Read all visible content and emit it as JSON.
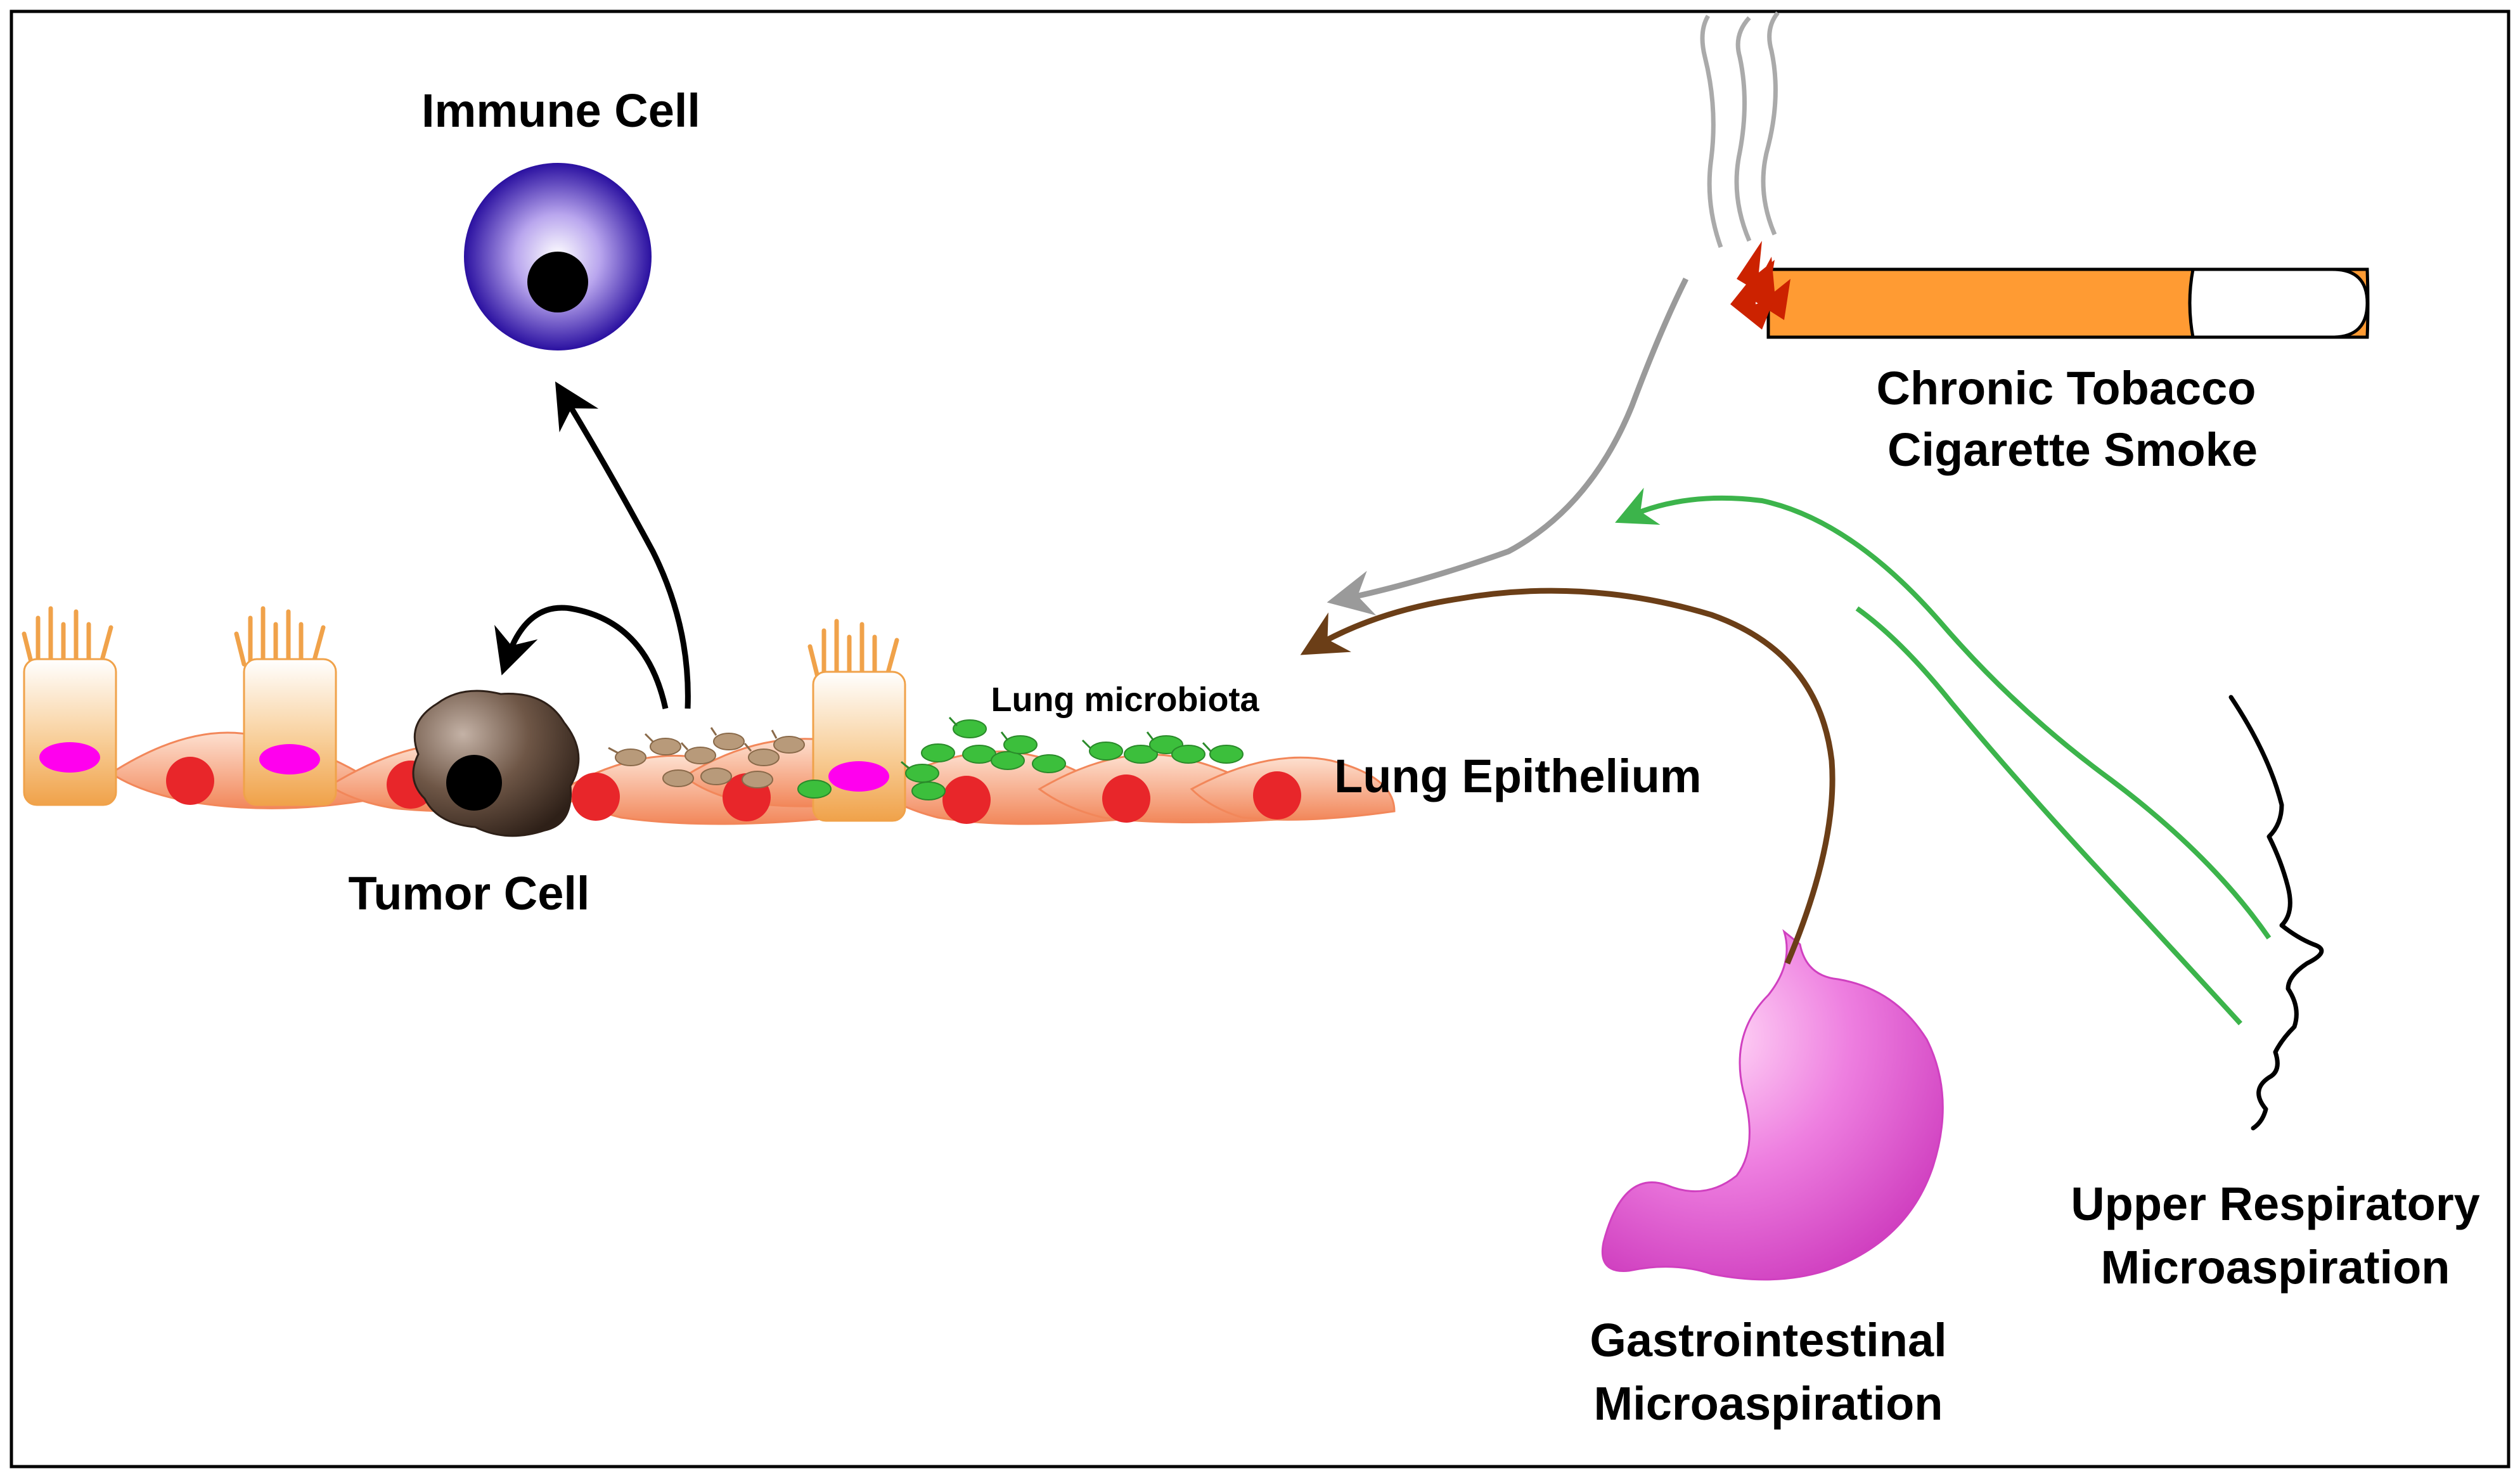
{
  "labels": {
    "immune_cell": "Immune Cell",
    "tumor_cell": "Tumor Cell",
    "lung_microbiota": "Lung microbiota",
    "lung_epithelium": "Lung Epithelium",
    "tobacco_line1": "Chronic Tobacco",
    "tobacco_line2": "Cigarette Smoke",
    "upper_line1": "Upper Respiratory",
    "upper_line2": "Microaspiration",
    "gi_line1": "Gastrointestinal",
    "gi_line2": "Microaspiration"
  },
  "colors": {
    "smoke_arrow": "#9a9a9a",
    "gi_arrow": "#6b3e17",
    "upper_arrow": "#3cb44b",
    "cigarette": "#ff9b33",
    "ember": "#cc2200",
    "stomach": "#e85fd8",
    "immune_cell": "#4a2ab0",
    "tumor_cell": "#3e2c23",
    "nucleus_red": "#e8262a",
    "nucleus_magenta": "#ff00ee",
    "microbe_tan": "#b89a7a",
    "microbe_green": "#3cbf3c"
  }
}
